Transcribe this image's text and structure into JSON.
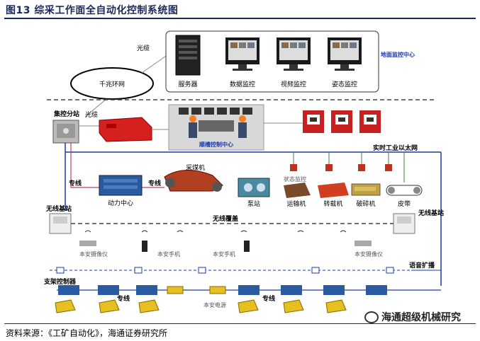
{
  "figure": {
    "title": "图13 综采工作面全自动化控制系统图",
    "source": "资料来源：《工矿自动化》，海通证券研究所",
    "watermark": "海通超级机械研究"
  },
  "surface": {
    "ring_label": "千兆环网",
    "fiber_label": "光缆",
    "center_label": "地面监控中心",
    "devices": [
      "服务器",
      "数据监控",
      "视频监控",
      "姿态监控"
    ]
  },
  "underground": {
    "substation_label": "集控分站",
    "fiber_label": "光缆",
    "control_center_label": "顺槽控制中心",
    "ethernet_label": "实时工业以太网",
    "dedicated_line_label_1": "专线",
    "dedicated_line_label_2": "专线",
    "machines": [
      "动力中心",
      "采煤机",
      "泵站",
      "状态监控",
      "运输机",
      "转载机",
      "破碎机",
      "皮带"
    ],
    "wireless_left": "无线基站",
    "wireless_right": "无线基站",
    "wireless_coverage": "无线覆盖",
    "field_devices": [
      "本安摄像仪",
      "本安手机",
      "本安手机",
      "本安摄像仪"
    ],
    "support_controller": "支架控制器",
    "voice_broadcast": "语音扩播",
    "bottom_line_label_1": "专线",
    "bottom_line_label_2": "专线",
    "power_label": "本安电源"
  },
  "colors": {
    "title": "#1a2a5a",
    "network_line": "#1a3aaa",
    "dedicated_line": "#c04060",
    "power_unit": "#d62020",
    "support_ctrl": "#2a5aa0",
    "junction": "#e6c020"
  }
}
